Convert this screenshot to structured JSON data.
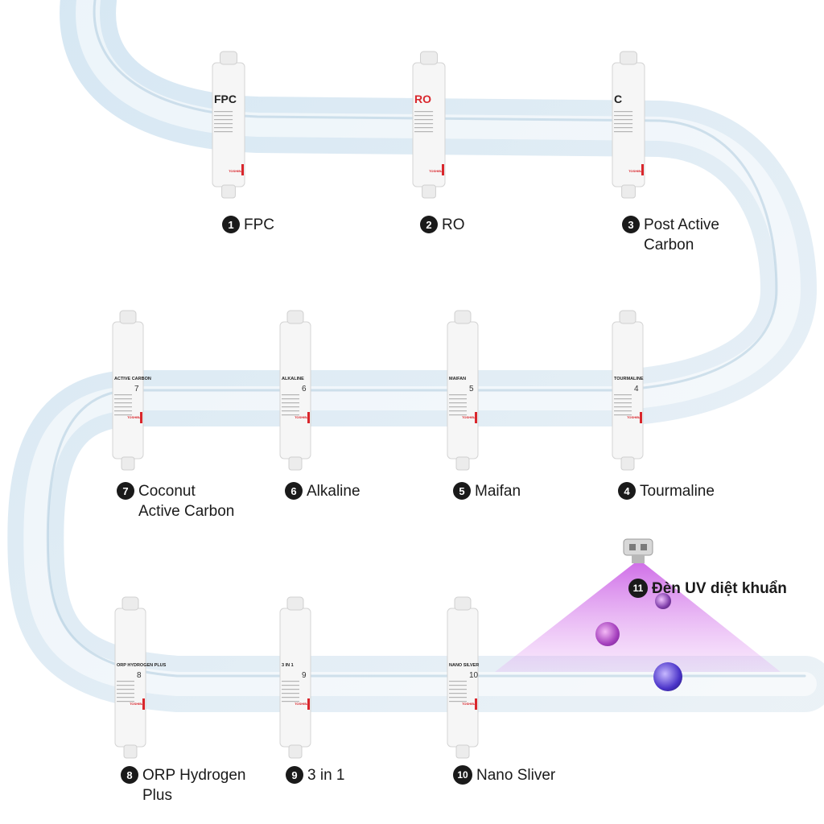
{
  "stages": [
    {
      "number": "1",
      "label": "FPC",
      "cartridge_label": "FPC",
      "icon": "filter-cartridge-icon",
      "accent": "#d9262c"
    },
    {
      "number": "2",
      "label": "RO",
      "cartridge_label": "RO",
      "icon": "filter-cartridge-icon",
      "accent": "#d9262c"
    },
    {
      "number": "3",
      "label": "Post Active\nCarbon",
      "cartridge_label": "C",
      "icon": "filter-cartridge-icon",
      "accent": "#d9262c"
    },
    {
      "number": "4",
      "label": "Tourmaline",
      "cartridge_label": "TOURMALINE",
      "cartridge_number": "4",
      "icon": "filter-cartridge-icon",
      "accent": "#d9262c"
    },
    {
      "number": "5",
      "label": "Maifan",
      "cartridge_label": "MAIFAN",
      "cartridge_number": "5",
      "icon": "filter-cartridge-icon",
      "accent": "#d9262c"
    },
    {
      "number": "6",
      "label": "Alkaline",
      "cartridge_label": "ALKALINE",
      "cartridge_number": "6",
      "icon": "filter-cartridge-icon",
      "accent": "#d9262c"
    },
    {
      "number": "7",
      "label": "Coconut\nActive Carbon",
      "cartridge_label": "ACTIVE CARBON",
      "cartridge_number": "7",
      "icon": "filter-cartridge-icon",
      "accent": "#d9262c"
    },
    {
      "number": "8",
      "label": "ORP Hydrogen\nPlus",
      "cartridge_label": "ORP HYDROGEN PLUS",
      "cartridge_number": "8",
      "icon": "filter-cartridge-icon",
      "accent": "#d9262c"
    },
    {
      "number": "9",
      "label": "3 in 1",
      "cartridge_label": "3 IN 1",
      "cartridge_number": "9",
      "icon": "filter-cartridge-icon",
      "accent": "#d9262c"
    },
    {
      "number": "10",
      "label": "Nano Sliver",
      "cartridge_label": "NANO SILVER",
      "cartridge_number": "10",
      "icon": "filter-cartridge-icon",
      "accent": "#d9262c"
    }
  ],
  "uv": {
    "number": "11",
    "label": "Đèn UV diệt khuẩn",
    "icon": "uv-lamp-icon",
    "beam_color": "#c040e0",
    "bacteria_icon": "bacteria-icon"
  },
  "brand": {
    "name": "TOSHIBA",
    "color": "#d9262c"
  },
  "colors": {
    "water": "#dbe9f3",
    "water_edge": "#a9c7dc",
    "text": "#1a1a1a"
  }
}
